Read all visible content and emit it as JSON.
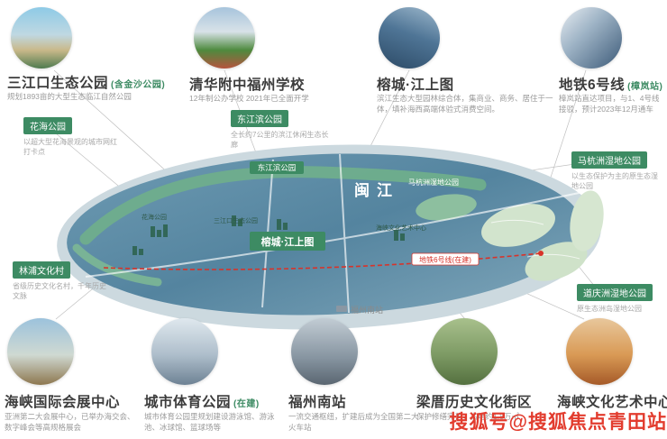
{
  "colors": {
    "accent_green": "#3d8b63",
    "accent_red": "#d8332a",
    "water_deep": "#54849f",
    "water_light": "#c8d8e0",
    "text_gray": "#9b9b9b",
    "text_dark": "#3a3a3a"
  },
  "top_items": [
    {
      "title": "三江口生态公园",
      "tag": "(含金沙公园)",
      "subtitle": "规划1893亩的大型生态临江自然公园"
    },
    {
      "title": "清华附中福州学校",
      "tag": "",
      "subtitle": "12年制公办学校 2021年已全面开学"
    },
    {
      "title": "榕城·江上图",
      "tag": "",
      "subtitle": "滨江生态大型园林综合体，集商业、商务、居住于一体，填补海西高端体验式消费空间。"
    },
    {
      "title": "地铁6号线",
      "tag": "(樟岚站)",
      "subtitle": "樟岚站直达项目，与1、4号线接驳，预计2023年12月通车"
    }
  ],
  "float_labels": {
    "huahai": {
      "title": "花海公园",
      "subtitle": "以超大型花海景观的城市网红打卡点"
    },
    "dongjiangbin": {
      "title": "东江滨公园",
      "subtitle": "全长约7公里的滨江休闲生态长廊"
    },
    "linpu": {
      "title": "林浦文化村",
      "subtitle": "省级历史文化名村，千年历史文脉"
    },
    "mahangzhou": {
      "title": "马杭洲湿地公园",
      "subtitle": "以生态保护为主的原生态湿地公园"
    },
    "daoqingzhou": {
      "title": "道庆洲湿地公园",
      "subtitle": "原生态洲岛湿地公园"
    }
  },
  "map": {
    "river": "闽江",
    "center": "榕城·江上图",
    "inner_tag_dongjiangbin": "东江滨公园",
    "inner_mahangzhou": "马杭洲湿地公园",
    "metro_tag": "地铁6号线(在建)",
    "station": "福州南站",
    "tiny_huahai": "花海公园",
    "tiny_sanjiangkou": "三江口生态公园",
    "tiny_art_center": "海峡文化艺术中心"
  },
  "bottom_items": [
    {
      "title": "海峡国际会展中心",
      "tag": "",
      "subtitle": "亚洲第二大会展中心，已举办海交会、数字峰会等高规格展会"
    },
    {
      "title": "城市体育公园",
      "tag": "(在建)",
      "subtitle": "城市体育公园里规划建设游泳馆、游泳池、冰球馆、篮球场等"
    },
    {
      "title": "福州南站",
      "tag": "",
      "subtitle": "一流交通枢纽，扩建后成为全国第二大火车站"
    },
    {
      "title": "梁厝历史文化街区",
      "tag": "",
      "subtitle": "保护修缮完善，占地约1.8万㎡"
    },
    {
      "title": "海峡文化艺术中心",
      "tag": "",
      "subtitle": ""
    }
  ],
  "watermark": "搜狐号@搜狐焦点青田站"
}
